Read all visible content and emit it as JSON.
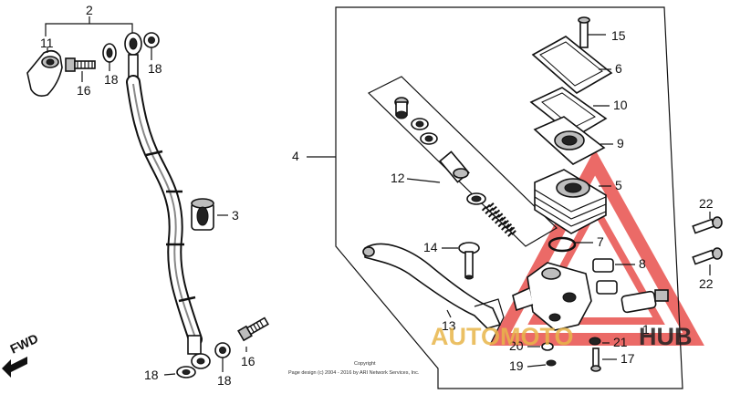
{
  "labels": {
    "p2": "2",
    "p11": "11",
    "p16a": "16",
    "p18a": "18",
    "p18b": "18",
    "p3": "3",
    "p16b": "16",
    "p18c": "18",
    "p18d": "18",
    "p4": "4",
    "p12": "12",
    "p14": "14",
    "p13": "13",
    "p15": "15",
    "p6": "6",
    "p10": "10",
    "p9": "9",
    "p5": "5",
    "p7": "7",
    "p8": "8",
    "p1": "1",
    "p20": "20",
    "p21": "21",
    "p19": "19",
    "p17": "17",
    "p22a": "22",
    "p22b": "22"
  },
  "fwd": "FWD",
  "watermark": {
    "part1": "AUTOMOTO",
    "part2": "HUB",
    "accent": "#e8b64a",
    "dark": "#222222",
    "triangle": "#e53935"
  },
  "copyright": {
    "line1": "Copyright",
    "line2": "Page design (c) 2004 - 2016 by ARI Network Services, Inc."
  }
}
